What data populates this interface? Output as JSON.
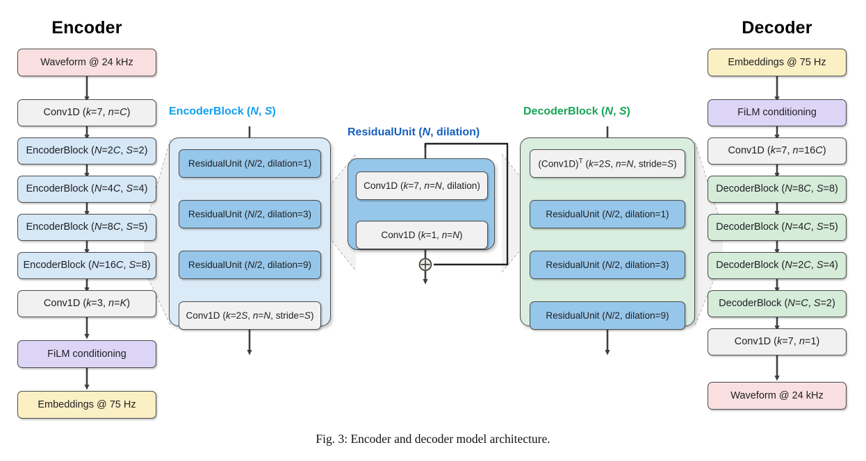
{
  "figure": {
    "caption": "Fig. 3: Encoder and decoder model architecture.",
    "colors": {
      "encoder_block_label": "#12a0f0",
      "residual_unit_label": "#1560bd",
      "decoder_block_label": "#18a558",
      "waveform_box": "#f9dfe0",
      "embeddings_box": "#fbefc4",
      "film_box": "#ddd5f6",
      "conv_box": "#f1f1f1",
      "encoder_block_box": "#d6e7f6",
      "decoder_block_box": "#d5ecd8",
      "residual_unit_box": "#96c6e9"
    }
  },
  "encoder": {
    "title": "Encoder",
    "nodes": [
      {
        "label": "Waveform @ 24 kHz",
        "style": "n-pink"
      },
      {
        "label": "Conv1D (k=7, n=C)",
        "style": "n-gray"
      },
      {
        "label": "EncoderBlock (N=2C, S=2)",
        "style": "n-blue"
      },
      {
        "label": "EncoderBlock (N=4C, S=4)",
        "style": "n-blue"
      },
      {
        "label": "EncoderBlock (N=8C, S=5)",
        "style": "n-blue"
      },
      {
        "label": "EncoderBlock (N=16C, S=8)",
        "style": "n-blue"
      },
      {
        "label": "Conv1D (k=3, n=K)",
        "style": "n-gray"
      },
      {
        "label": "FiLM conditioning",
        "style": "n-purple"
      },
      {
        "label": "Embeddings @ 75 Hz",
        "style": "n-yellow"
      }
    ]
  },
  "encoder_block_panel": {
    "title": "EncoderBlock (N, S)",
    "nodes": [
      {
        "label": "ResidualUnit (N/2, dilation=1)",
        "style": "n-blue-med"
      },
      {
        "label": "ResidualUnit (N/2, dilation=3)",
        "style": "n-blue-med"
      },
      {
        "label": "ResidualUnit (N/2, dilation=9)",
        "style": "n-blue-med"
      },
      {
        "label": "Conv1D (k=2S, n=N, stride=S)",
        "style": "n-gray"
      }
    ]
  },
  "residual_unit_panel": {
    "title": "ResidualUnit (N, dilation)",
    "nodes": [
      {
        "label": "Conv1D (k=7, n=N, dilation)",
        "style": "n-gray"
      },
      {
        "label": "Conv1D (k=1, n=N)",
        "style": "n-gray"
      }
    ],
    "junction": "⊕"
  },
  "decoder_block_panel": {
    "title": "DecoderBlock (N, S)",
    "nodes": [
      {
        "label": "(Conv1D)T (k=2S, n=N, stride=S)",
        "style": "n-gray"
      },
      {
        "label": "ResidualUnit (N/2, dilation=1)",
        "style": "n-blue-med"
      },
      {
        "label": "ResidualUnit (N/2, dilation=3)",
        "style": "n-blue-med"
      },
      {
        "label": "ResidualUnit (N/2, dilation=9)",
        "style": "n-blue-med"
      }
    ]
  },
  "decoder": {
    "title": "Decoder",
    "nodes": [
      {
        "label": "Embeddings @ 75 Hz",
        "style": "n-yellow"
      },
      {
        "label": "FiLM conditioning",
        "style": "n-purple"
      },
      {
        "label": "Conv1D (k=7, n=16C)",
        "style": "n-gray"
      },
      {
        "label": "DecoderBlock (N=8C, S=8)",
        "style": "n-green"
      },
      {
        "label": "DecoderBlock (N=4C, S=5)",
        "style": "n-green"
      },
      {
        "label": "DecoderBlock (N=2C, S=4)",
        "style": "n-green"
      },
      {
        "label": "DecoderBlock (N=C, S=2)",
        "style": "n-green"
      },
      {
        "label": "Conv1D (k=7, n=1)",
        "style": "n-gray"
      },
      {
        "label": "Waveform @ 24 kHz",
        "style": "n-pink"
      }
    ]
  }
}
